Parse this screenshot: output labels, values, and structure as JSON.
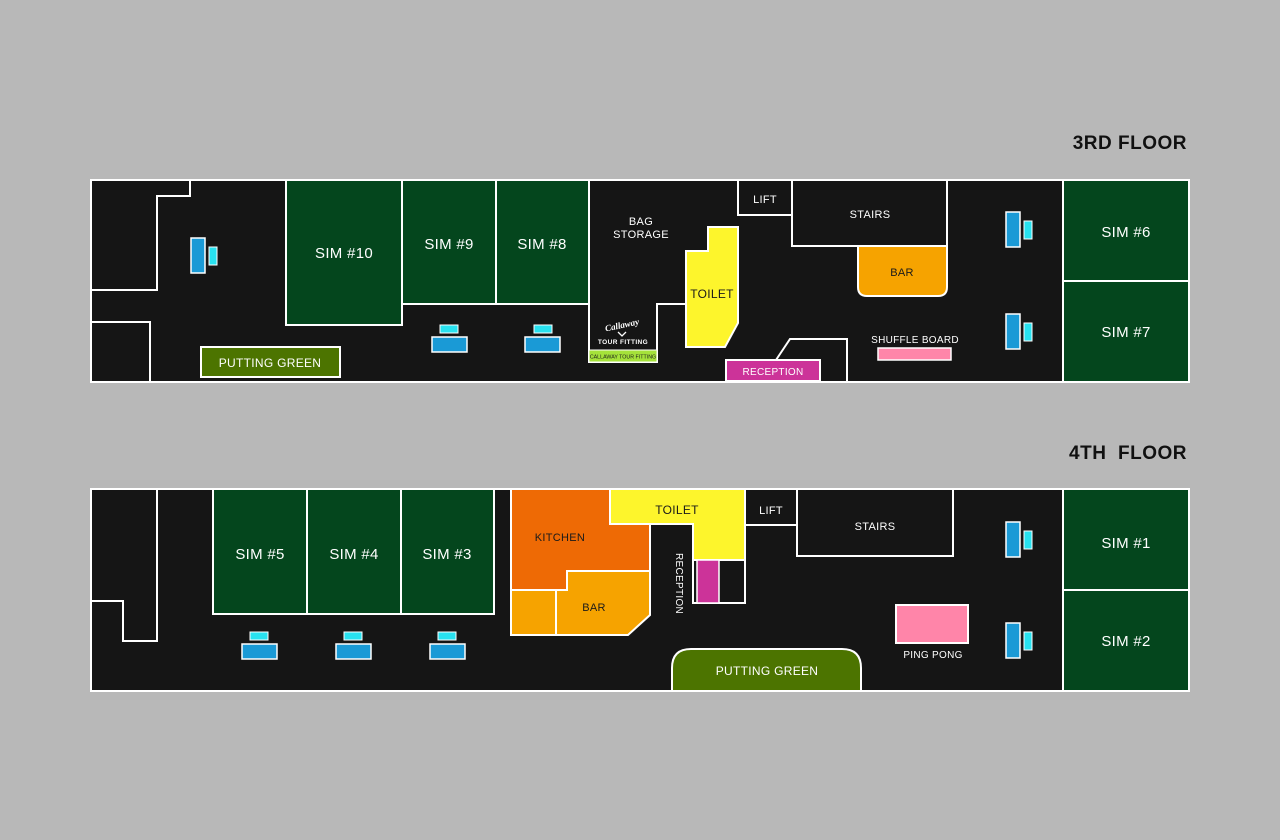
{
  "colors": {
    "background": "#b8b8b8",
    "floor": "#151515",
    "sim": "#04461d",
    "putting_green": "#4c7400",
    "toilet": "#fdf52c",
    "bar": "#f6a300",
    "kitchen": "#ee6a05",
    "reception": "#cc3399",
    "ping_pong": "#ff85a9",
    "shuffle_board": "#ff85a9",
    "callaway": "#a5e23a",
    "screen": "#1a9ad6",
    "screen_accent": "#28e2f0"
  },
  "floor3": {
    "title": "3RD FLOOR",
    "rooms": {
      "sim10": "SIM #10",
      "sim9": "SIM #9",
      "sim8": "SIM #8",
      "sim6": "SIM #6",
      "sim7": "SIM #7",
      "bag_storage_line1": "BAG",
      "bag_storage_line2": "STORAGE",
      "lift": "LIFT",
      "stairs": "STAIRS",
      "toilet": "TOILET",
      "bar": "BAR",
      "shuffle_board": "SHUFFLE BOARD",
      "reception": "RECEPTION",
      "putting_green": "PUTTING GREEN",
      "callaway_logo": "Callaway",
      "tour_fitting": "TOUR FITTING",
      "callaway_banner": "CALLAWAY TOUR FITTING"
    }
  },
  "floor4": {
    "title": "4TH  FLOOR",
    "rooms": {
      "sim5": "SIM #5",
      "sim4": "SIM #4",
      "sim3": "SIM #3",
      "sim1": "SIM #1",
      "sim2": "SIM #2",
      "kitchen": "KITCHEN",
      "bar": "BAR",
      "toilet": "TOILET",
      "lift": "LIFT",
      "stairs": "STAIRS",
      "reception": "RECEPTION",
      "ping_pong": "PING PONG",
      "putting_green": "PUTTING GREEN"
    }
  }
}
